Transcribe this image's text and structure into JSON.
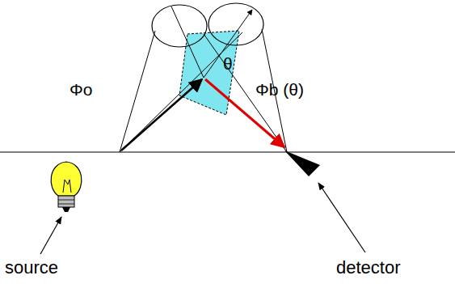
{
  "diagram": {
    "labels": [
      "Φo",
      "θ",
      "Φb (θ)",
      "source",
      "detector"
    ]
  }
}
